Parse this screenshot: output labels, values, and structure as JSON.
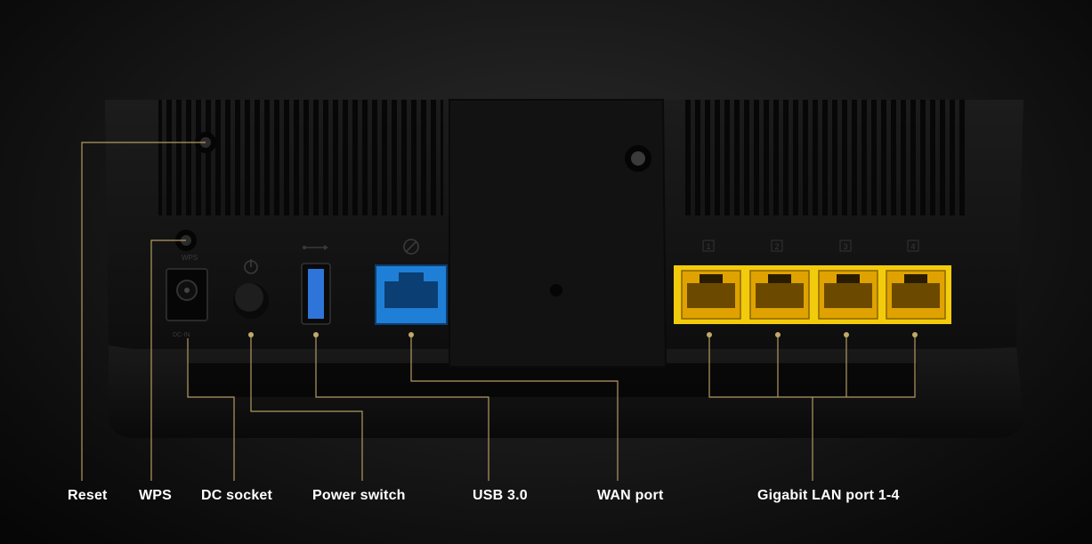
{
  "colors": {
    "leader": "#b39a62",
    "dot": "#c4a86a",
    "wan_port": "#1f7fd6",
    "lan_port": "#f2cc0c",
    "usb_port": "#2f74d8"
  },
  "callouts": [
    {
      "id": "reset",
      "label": "Reset"
    },
    {
      "id": "wps",
      "label": "WPS"
    },
    {
      "id": "dc",
      "label": "DC socket"
    },
    {
      "id": "power",
      "label": "Power switch"
    },
    {
      "id": "usb",
      "label": "USB 3.0"
    },
    {
      "id": "wan",
      "label": "WAN port"
    },
    {
      "id": "lan",
      "label": "Gigabit LAN port 1-4"
    }
  ],
  "lan_port_numbers": [
    "1",
    "2",
    "3",
    "4"
  ],
  "panel_marks": {
    "wps": "WPS",
    "dc": "DC-IN"
  },
  "icons": {
    "usb": "usb-icon",
    "power": "power-icon",
    "wan": "globe-icon"
  }
}
